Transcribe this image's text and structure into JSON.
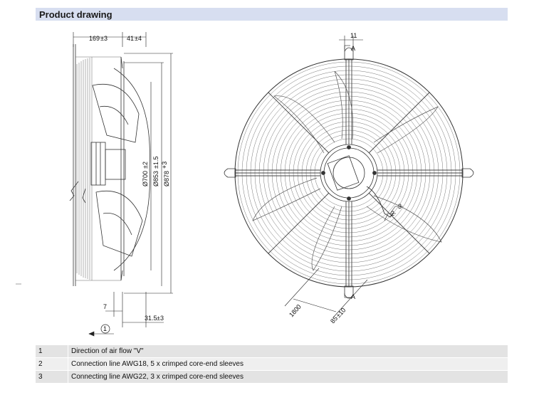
{
  "header": {
    "title": "Product drawing"
  },
  "side_view": {
    "dim_depth": "169",
    "dim_depth_tol": "±3",
    "dim_hub": "41",
    "dim_hub_tol": "±4",
    "dim_d1": "Ø700",
    "dim_d1_tol": "±2",
    "dim_d2": "Ø853",
    "dim_d2_tol": "±1.5",
    "dim_d3": "Ø878",
    "dim_d3_tol": "+3",
    "dim_rim": "7",
    "dim_flange": "31.5",
    "dim_flange_tol": "±3",
    "marker": "1"
  },
  "front_view": {
    "dim_top": "11",
    "section_top": "A",
    "section_bottom": "A",
    "callout_2": "2",
    "callout_3": "3",
    "dim_cable": "1800",
    "dim_sleeve": "85",
    "dim_sleeve_tol": "±10"
  },
  "legend": [
    {
      "num": "1",
      "text": "Direction of air flow \"V\""
    },
    {
      "num": "2",
      "text": "Connection line AWG18, 5 x crimped core-end sleeves"
    },
    {
      "num": "3",
      "text": "Connecting line AWG22, 3 x crimped core-end sleeves"
    }
  ]
}
